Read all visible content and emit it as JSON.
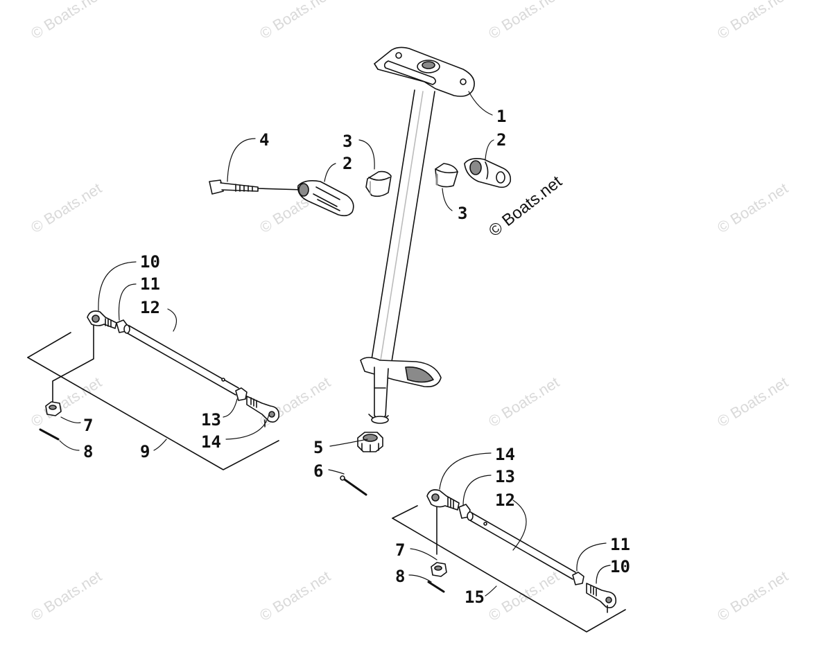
{
  "diagram": {
    "watermark_text": "© Boats.net",
    "copyright_text": "© Boats.net",
    "callouts": {
      "c1": "1",
      "c2a": "2",
      "c2b": "2",
      "c3a": "3",
      "c3b": "3",
      "c4": "4",
      "c5": "5",
      "c6": "6",
      "c7a": "7",
      "c8a": "8",
      "c9": "9",
      "c10a": "10",
      "c11a": "11",
      "c12a": "12",
      "c13a": "13",
      "c14a": "14",
      "c7b": "7",
      "c8b": "8",
      "c15": "15",
      "c10b": "10",
      "c11b": "11",
      "c12b": "12",
      "c13b": "13",
      "c14b": "14"
    },
    "colors": {
      "line": "#111111",
      "shade": "#8a8a8a",
      "watermark": "#d9d9d9"
    }
  }
}
